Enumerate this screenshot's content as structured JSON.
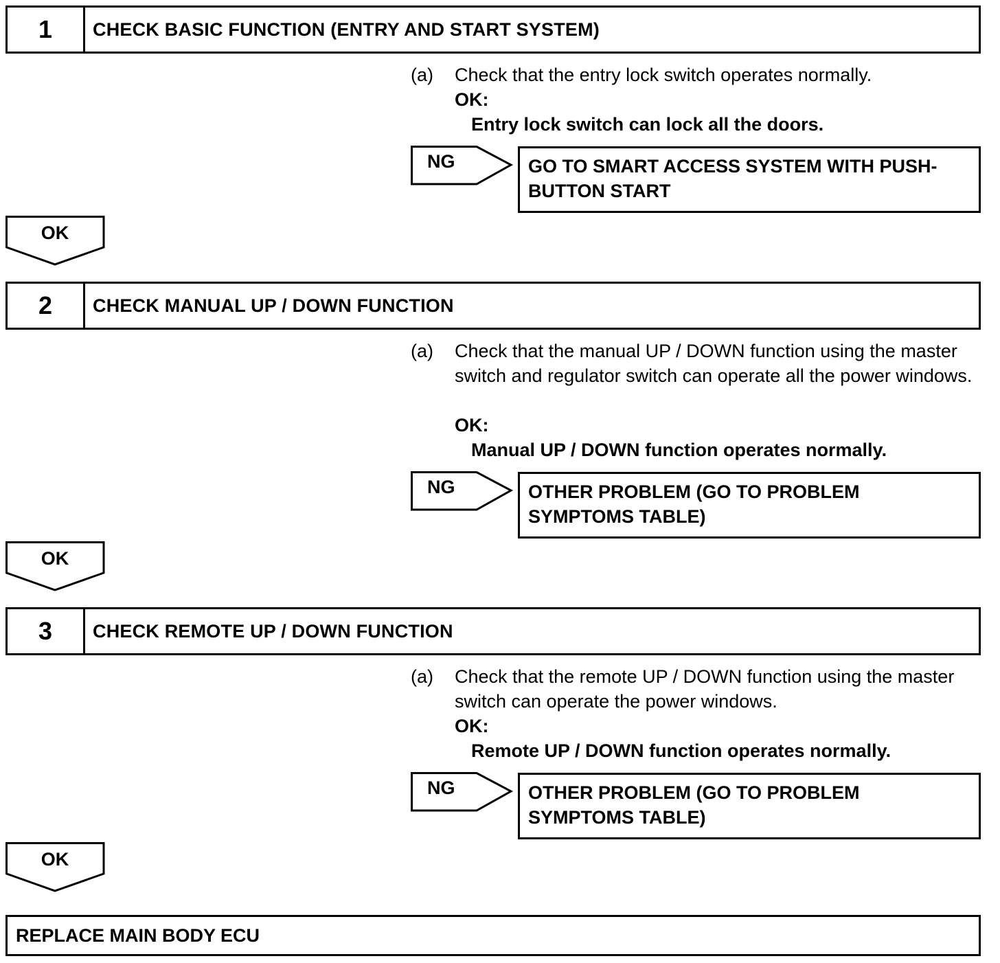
{
  "steps": [
    {
      "number": "1",
      "title": "CHECK BASIC FUNCTION (ENTRY AND START SYSTEM)",
      "check_letter": "(a)",
      "check_text": "Check that the entry lock switch operates normally.",
      "ok_label": "OK:",
      "ok_desc": "Entry lock switch can lock all the doors.",
      "ng_label": "NG",
      "ng_result": "GO TO SMART ACCESS SYSTEM WITH PUSH-BUTTON START",
      "ok_arrow": "OK"
    },
    {
      "number": "2",
      "title": "CHECK MANUAL UP / DOWN FUNCTION",
      "check_letter": "(a)",
      "check_text": "Check that the manual UP / DOWN function using the master switch and regulator switch can operate all the power windows.",
      "ok_label": "OK:",
      "ok_desc": "Manual UP / DOWN function operates normally.",
      "ng_label": "NG",
      "ng_result": "OTHER PROBLEM (GO TO PROBLEM SYMPTOMS TABLE)",
      "ok_arrow": "OK"
    },
    {
      "number": "3",
      "title": "CHECK REMOTE UP / DOWN FUNCTION",
      "check_letter": "(a)",
      "check_text": "Check that the remote UP / DOWN function using the master switch can operate the power windows.",
      "ok_label": "OK:",
      "ok_desc": "Remote UP / DOWN function operates normally.",
      "ng_label": "NG",
      "ng_result": "OTHER PROBLEM (GO TO PROBLEM SYMPTOMS TABLE)",
      "ok_arrow": "OK"
    }
  ],
  "final_step": "REPLACE MAIN BODY ECU"
}
